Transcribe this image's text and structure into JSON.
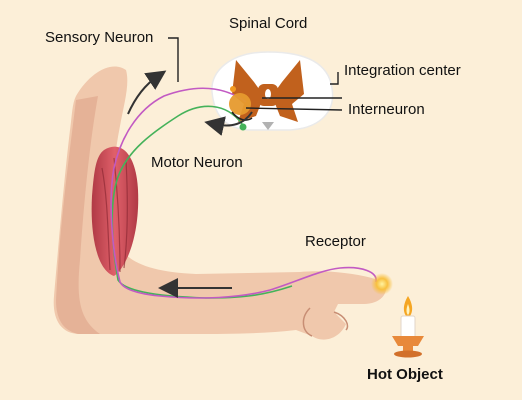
{
  "labels": {
    "spinal_cord": "Spinal Cord",
    "sensory_neuron": "Sensory Neuron",
    "integration_center": "Integration center",
    "interneuron": "Interneuron",
    "motor_neuron": "Motor Neuron",
    "receptor": "Receptor",
    "hot_object": "Hot Object"
  },
  "colors": {
    "background": "#fcefd8",
    "skin": "#f0c8ac",
    "skin_shadow": "#dca186",
    "muscle": "#d9505a",
    "muscle_dark": "#a8323e",
    "sensory_neuron": "#c25ac3",
    "motor_neuron": "#45b25a",
    "spinal_cord_gray": "#c1611d",
    "spinal_cord_white": "#ffffff",
    "flame": "#f5a623",
    "candle_holder": "#e8893a",
    "arrow": "#333333"
  }
}
